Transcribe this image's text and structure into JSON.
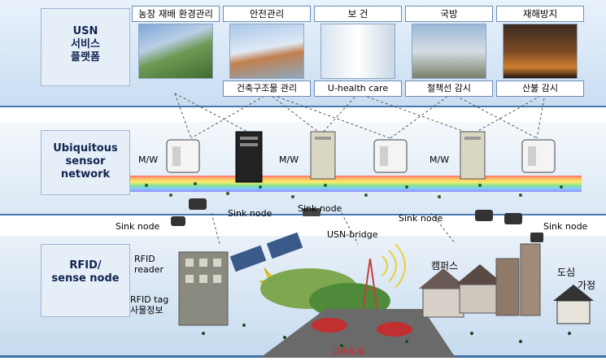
{
  "layers": {
    "usn": {
      "line1": "USN",
      "line2": "서비스",
      "line3": "플랫폼"
    },
    "ubiquitous": {
      "line1": "Ubiquitous",
      "line2": "sensor",
      "line3": "network"
    },
    "rfid": {
      "line1": "RFID/",
      "line2": "sense node"
    }
  },
  "services": [
    {
      "title": "농장 재배 환경관리",
      "subtitle": ""
    },
    {
      "title": "안전관리",
      "subtitle": "건축구조물 관리"
    },
    {
      "title": "보 건",
      "subtitle": "U-health care"
    },
    {
      "title": "국방",
      "subtitle": "철책선 감시"
    },
    {
      "title": "재해방지",
      "subtitle": "산불 감시"
    }
  ],
  "network": {
    "mw": "M/W",
    "sink_node": "Sink node",
    "usn_bridge": "USN-bridge"
  },
  "rfid_labels": {
    "reader_line1": "RFID",
    "reader_line2": "reader",
    "tag_line1": "RFID tag",
    "tag_line2": "사물정보",
    "campus": "캠퍼스",
    "city": "도심",
    "home": "가정",
    "highway": "고속도로"
  }
}
